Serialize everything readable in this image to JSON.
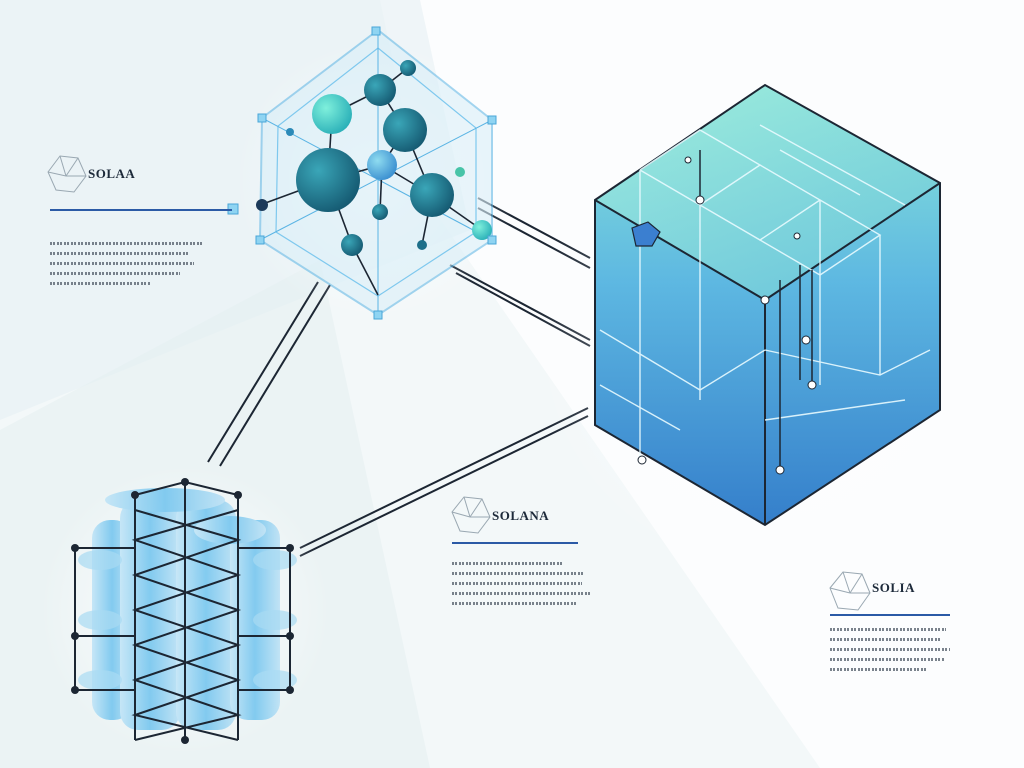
{
  "labels": [
    {
      "title": "SOLAA"
    },
    {
      "title": "SOLANA"
    },
    {
      "title": "SOLIA"
    }
  ],
  "colors": {
    "background": "#f3f8f9",
    "cube_top": "#7fe0d6",
    "cube_bottom": "#2c7fcf",
    "accent_rule": "#2b5aa6",
    "node_dark": "#1d6f8a",
    "node_light": "#4fb6d8",
    "line_dark": "#1c2633"
  },
  "icons": [
    "gem-icon",
    "gem-icon",
    "gem-icon"
  ]
}
